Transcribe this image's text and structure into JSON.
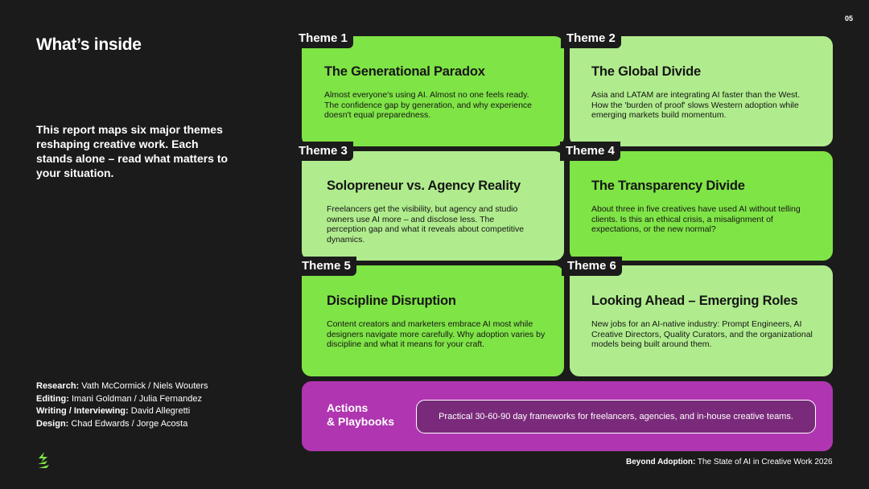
{
  "page_number": "05",
  "title": "What’s inside",
  "intro": "This report maps six major themes reshaping creative work. Each stands alone – read what matters to your situation.",
  "credits": [
    {
      "role": "Research:",
      "names": "Vath McCormick / Niels Wouters"
    },
    {
      "role": "Editing:",
      "names": "Imani Goldman / Julia Fernandez"
    },
    {
      "role": "Writing / Interviewing:",
      "names": "David Allegretti"
    },
    {
      "role": "Design:",
      "names": "Chad Edwards / Jorge Acosta"
    }
  ],
  "themes": [
    {
      "tab": "Theme 1",
      "title": "The Generational Paradox",
      "desc": "Almost everyone's using AI. Almost no one feels ready. The confidence gap by generation, and why experience doesn't equal preparedness."
    },
    {
      "tab": "Theme 2",
      "title": "The Global Divide",
      "desc": "Asia and LATAM are integrating AI faster than the West. How the 'burden of proof' slows Western adoption while emerging markets build momentum."
    },
    {
      "tab": "Theme 3",
      "title": "Solopreneur vs. Agency Reality",
      "desc": "Freelancers get the visibility, but agency and studio owners use AI more – and disclose less. The perception gap and what it reveals about competitive dynamics."
    },
    {
      "tab": "Theme 4",
      "title": "The Transparency Divide",
      "desc": "About three in five creatives have used AI without telling clients. Is this an ethical crisis, a misalignment of expectations, or the new normal?"
    },
    {
      "tab": "Theme 5",
      "title": "Discipline Disruption",
      "desc": "Content creators and marketers embrace AI most while designers navigate more carefully. Why adoption varies by discipline and what it means for your craft."
    },
    {
      "tab": "Theme 6",
      "title": "Looking Ahead – Emerging Roles",
      "desc": "New jobs for an AI-native industry: Prompt Engineers, AI Creative Directors, Quality Curators, and the organizational models being built around them."
    }
  ],
  "actions": {
    "label_line1": "Actions",
    "label_line2": "& Playbooks",
    "desc": "Practical 30-60-90 day frameworks for freelancers, agencies, and in-house creative teams."
  },
  "footer": {
    "bold": "Beyond Adoption:",
    "rest": "The State of AI in Creative Work 2026"
  },
  "colors": {
    "background": "#1b1b1b",
    "green_bright": "#7fe446",
    "green_pale": "#b0ec8d",
    "purple": "#b035b0"
  },
  "icons": {
    "logo": "lightning-logo-icon"
  }
}
